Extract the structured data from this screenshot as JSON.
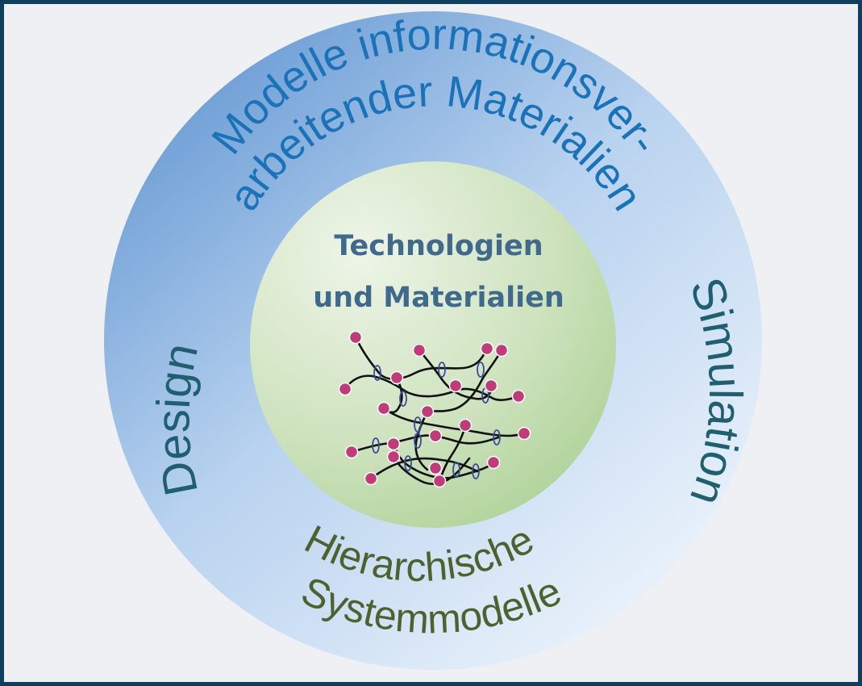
{
  "colors": {
    "frame_border": "#0f3f5f",
    "background": "#eef0f3",
    "ring_dark": "#7fa8d8",
    "ring_light": "#e3eefa",
    "core_light": "#edf4e6",
    "core_dark": "#b6d6a0",
    "text_top": "#1a72b8",
    "text_side": "#1f5f6f",
    "text_bottom": "#4e6230",
    "text_center": "#3f6a8c",
    "node": "#c03c78",
    "chain": "#111111",
    "crosslink": "#3a4a9a"
  },
  "ring": {
    "top_line1": "Modelle informationsver-",
    "top_line2": "arbeitender Materialien",
    "left": "Design",
    "right": "Simulation",
    "bottom_line1": "Hierarchische",
    "bottom_line2": "Systemmodelle"
  },
  "center": {
    "line1": "Technologien",
    "line2": "und Materialien",
    "illustration": "polymer-network-icon"
  }
}
